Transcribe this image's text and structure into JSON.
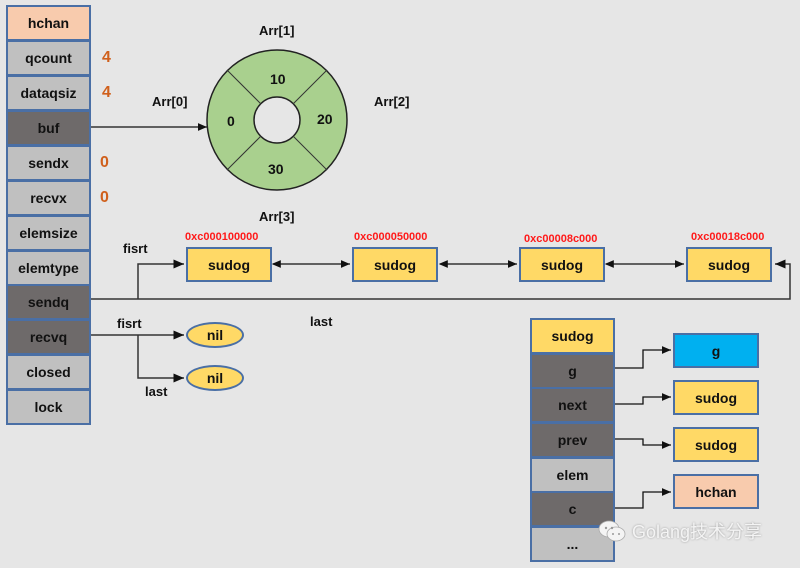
{
  "hchan": {
    "fields": [
      {
        "label": "hchan",
        "value": ""
      },
      {
        "label": "qcount",
        "value": "4"
      },
      {
        "label": "dataqsiz",
        "value": "4"
      },
      {
        "label": "buf",
        "value": ""
      },
      {
        "label": "sendx",
        "value": "0"
      },
      {
        "label": "recvx",
        "value": "0"
      },
      {
        "label": "elemsize",
        "value": ""
      },
      {
        "label": "elemtype",
        "value": ""
      },
      {
        "label": "sendq",
        "value": ""
      },
      {
        "label": "recvq",
        "value": ""
      },
      {
        "label": "closed",
        "value": ""
      },
      {
        "label": "lock",
        "value": ""
      }
    ]
  },
  "ring": {
    "labels": [
      "Arr[0]",
      "Arr[1]",
      "Arr[2]",
      "Arr[3]"
    ],
    "values": [
      "0",
      "10",
      "20",
      "30"
    ]
  },
  "sendq": {
    "first_label": "fisrt",
    "last_label": "last",
    "nodes": [
      {
        "addr": "0xc000100000",
        "label": "sudog"
      },
      {
        "addr": "0xc000050000",
        "label": "sudog"
      },
      {
        "addr": "0xc00008c000",
        "label": "sudog"
      },
      {
        "addr": "0xc00018c000",
        "label": "sudog"
      }
    ]
  },
  "recvq": {
    "first_label": "fisrt",
    "last_label": "last",
    "first_value": "nil",
    "last_value": "nil"
  },
  "sudog_struct": {
    "fields": [
      "sudog",
      "g",
      "next",
      "prev",
      "elem",
      "c",
      "..."
    ],
    "targets": {
      "g": "g",
      "next": "sudog",
      "prev": "sudog",
      "c": "hchan"
    }
  },
  "watermark": "Golang技术分享",
  "colors": {
    "header_peach": "#f8cbad",
    "field_light": "#c0c0c0",
    "field_dark": "#6e6a6a",
    "sudog_yellow": "#ffd966",
    "g_blue": "#00b0f0",
    "ring_green": "#a9d08e",
    "value_orange": "#d0601c",
    "addr_red": "#ff1a1a"
  }
}
